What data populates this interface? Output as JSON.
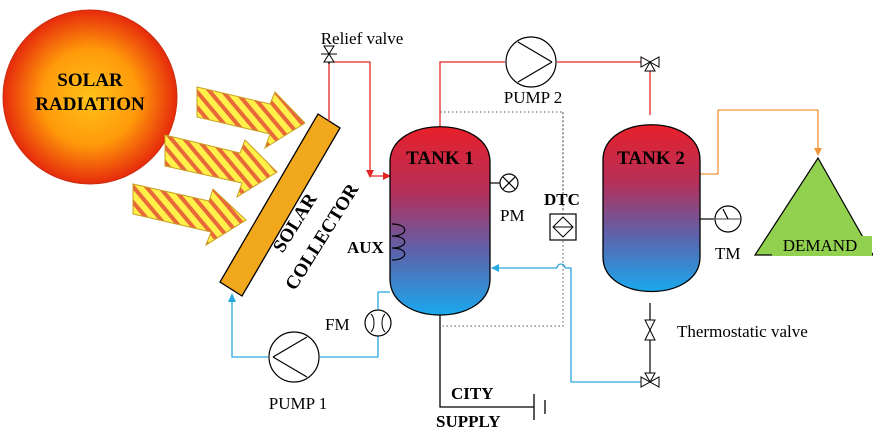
{
  "labels": {
    "sun": [
      "SOLAR",
      "RADIATION"
    ],
    "collector": [
      "SOLAR",
      "COLLECTOR"
    ],
    "relief_valve": "Relief valve",
    "pump2": "PUMP 2",
    "pump1": "PUMP 1",
    "tank1": "TANK 1",
    "tank2": "TANK 2",
    "pm": "PM",
    "dtc": "DTC",
    "aux": "AUX",
    "fm": "FM",
    "tm": "TM",
    "demand": "DEMAND",
    "thermostatic_valve": "Thermostatic valve",
    "city_supply": [
      "CITY",
      "SUPPLY"
    ]
  },
  "colors": {
    "hot_pipe": "#e32626",
    "cold_pipe": "#2aa8e0",
    "demand_pipe": "#f0933a",
    "sun_center": "#ffb000",
    "sun_edge": "#e02a0a",
    "collector": "#f2a81d",
    "demand_fill": "#92d050"
  }
}
